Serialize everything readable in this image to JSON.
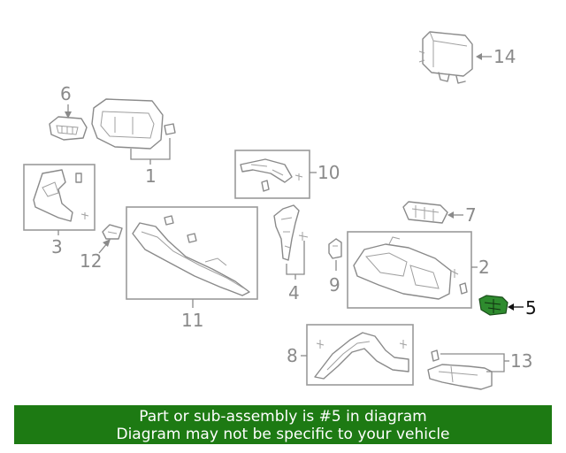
{
  "callouts": {
    "c1": "1",
    "c2": "2",
    "c3": "3",
    "c4": "4",
    "c5": "5",
    "c6": "6",
    "c7": "7",
    "c8": "8",
    "c9": "9",
    "c10": "10",
    "c11": "11",
    "c12": "12",
    "c13": "13",
    "c14": "14"
  },
  "highlighted_part": "5",
  "colors": {
    "banner_bg": "#1d7a13",
    "highlight_part": "#2e8b2e",
    "line_gray": "#8a8a8a"
  },
  "banner": {
    "line1": "Part or sub-assembly is #5 in diagram",
    "line2": "Diagram may not be specific to your vehicle"
  }
}
